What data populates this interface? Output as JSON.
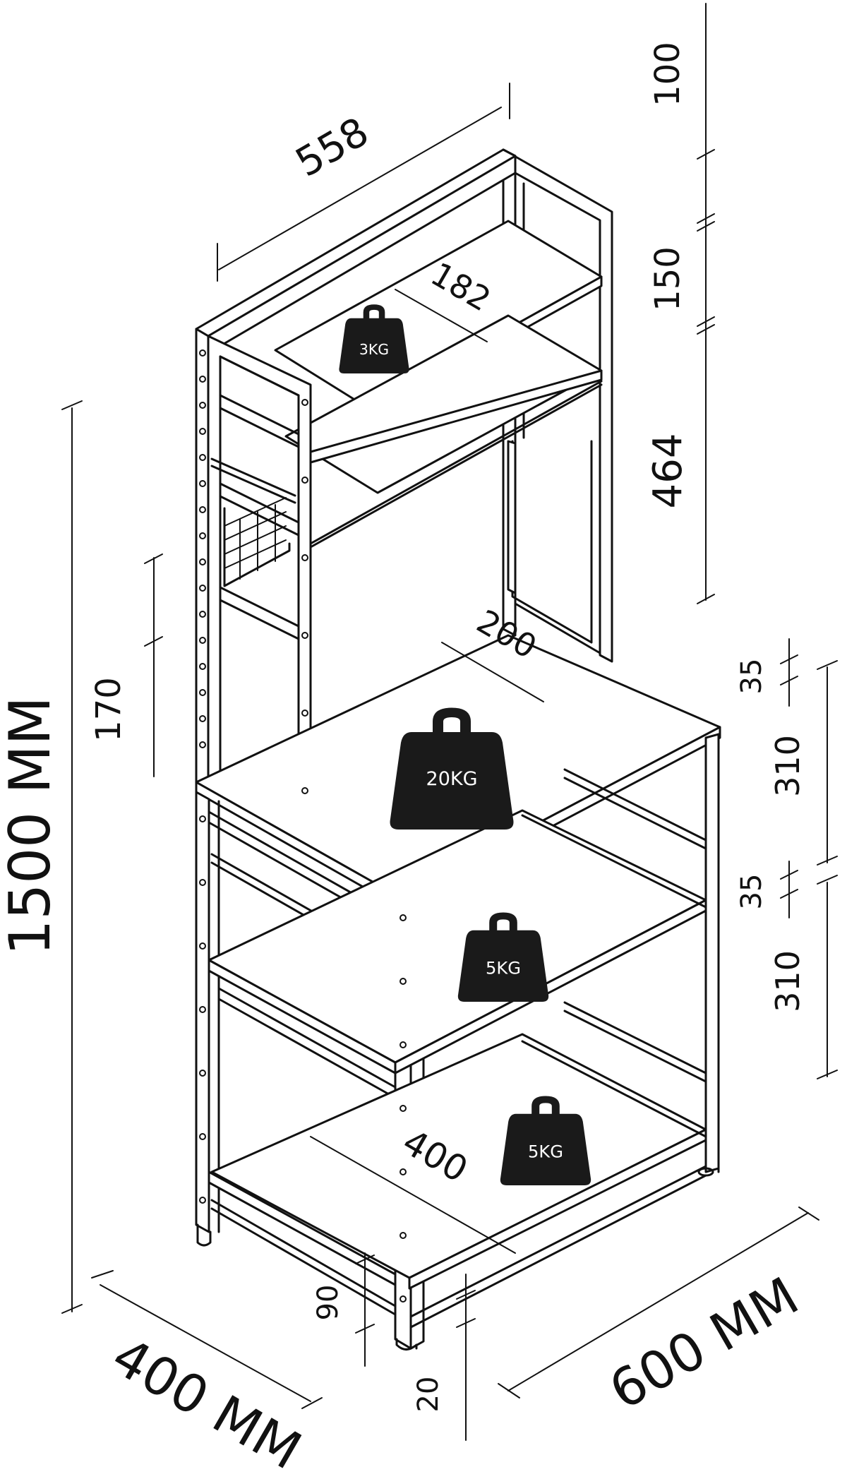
{
  "colors": {
    "ink": "#111111",
    "weight_fill": "#1a1a1a",
    "background": "#ffffff"
  },
  "icons": {
    "weight": "weight-icon"
  },
  "dimensions": {
    "total_height": "1500 MM",
    "depth": "400 MM",
    "width": "600 MM",
    "top_width": "558",
    "top_shelf_depth": "182",
    "hutch_gap_top": "100",
    "hutch_gap_mid": "150",
    "hutch_height": "464",
    "hook_rail_height": "170",
    "counter_shelf_depth": "200",
    "lower_thickness_1": "35",
    "lower_gap_1": "310",
    "lower_thickness_2": "35",
    "lower_gap_2": "310",
    "bottom_shelf_width": "400",
    "bottom_rail_height": "90",
    "foot_height": "20"
  },
  "weights": {
    "top_shelf": "3KG",
    "counter": "20KG",
    "middle_shelf": "5KG",
    "bottom_shelf": "5KG"
  }
}
